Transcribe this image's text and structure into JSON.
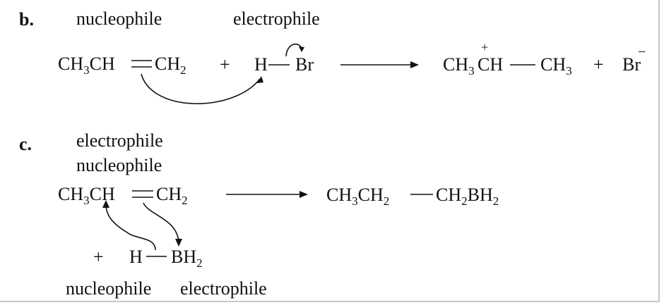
{
  "b": {
    "label": "b.",
    "nucleophile_label": "nucleophile",
    "electrophile_label": "electrophile",
    "reactant1": {
      "ch": "CH",
      "sub1": "3",
      "ch2": "CH",
      "ch_end": "CH",
      "sub2": "2"
    },
    "plus1": "+",
    "hbr": {
      "h": "H",
      "br": "Br"
    },
    "product": {
      "ch": "CH",
      "sub1": "3",
      "ch_cation": "CH",
      "charge": "+",
      "ch_end": "CH",
      "sub2": "3"
    },
    "plus2": "+",
    "bromide": {
      "br": "Br",
      "charge": "−"
    }
  },
  "c": {
    "label": "c.",
    "electrophile_label": "electrophile",
    "nucleophile_label": "nucleophile",
    "reactant1": {
      "ch": "CH",
      "sub1": "3",
      "ch2": "CH",
      "ch_end": "CH",
      "sub2": "2"
    },
    "product": {
      "ch": "CH",
      "sub1": "3",
      "ch2": "CH",
      "sub2": "2",
      "ch3": "CH",
      "sub3": "2",
      "bh": "BH",
      "sub4": "2"
    },
    "plus": "+",
    "borane": {
      "h": "H",
      "bh": "BH",
      "sub": "2"
    },
    "bottom_labels": {
      "nucleophile": "nucleophile",
      "electrophile": "electrophile"
    }
  }
}
